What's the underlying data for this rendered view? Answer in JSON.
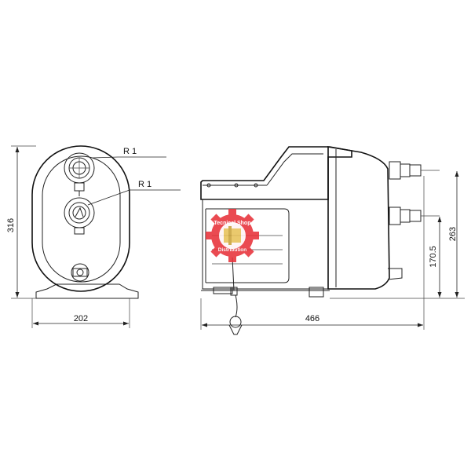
{
  "drawing": {
    "callouts": [
      "R 1",
      "R 1"
    ],
    "dimensions": {
      "height_front": "316",
      "width_front": "202",
      "length_side": "466",
      "height_outlet": "263",
      "height_inlet": "170.5"
    },
    "watermark": {
      "text_top": "Tecnical Shop",
      "text_bottom": "Distribution",
      "color": "#e8323a"
    }
  }
}
